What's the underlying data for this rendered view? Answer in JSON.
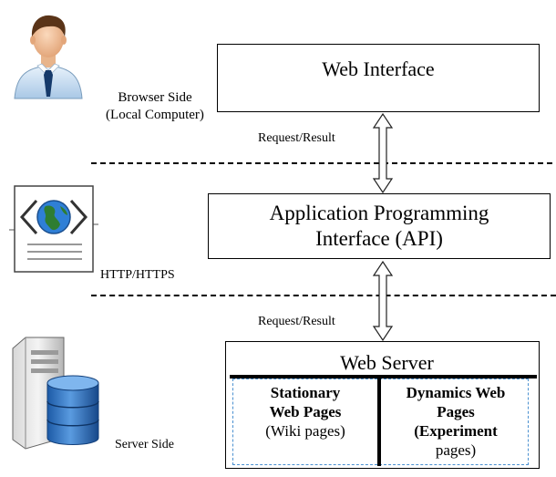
{
  "layers": {
    "web_interface": "Web Interface",
    "api_line1": "Application Programming",
    "api_line2": "Interface (API)",
    "web_server": "Web Server"
  },
  "panels": {
    "stationary_line1": "Stationary",
    "stationary_line2": "Web Pages",
    "stationary_line3": "(Wiki pages)",
    "dynamics_line1": "Dynamics Web",
    "dynamics_line2": "Pages",
    "dynamics_line3": "(Experiment",
    "dynamics_line4": "pages)"
  },
  "side_labels": {
    "browser_line1": "Browser Side",
    "browser_line2": "(Local Computer)",
    "protocol": "HTTP/HTTPS",
    "server": "Server Side"
  },
  "arrows": {
    "top_label": "Request/Result",
    "bottom_label": "Request/Result"
  },
  "icons": [
    "user-avatar-icon",
    "web-page-icon",
    "server-database-icon"
  ]
}
